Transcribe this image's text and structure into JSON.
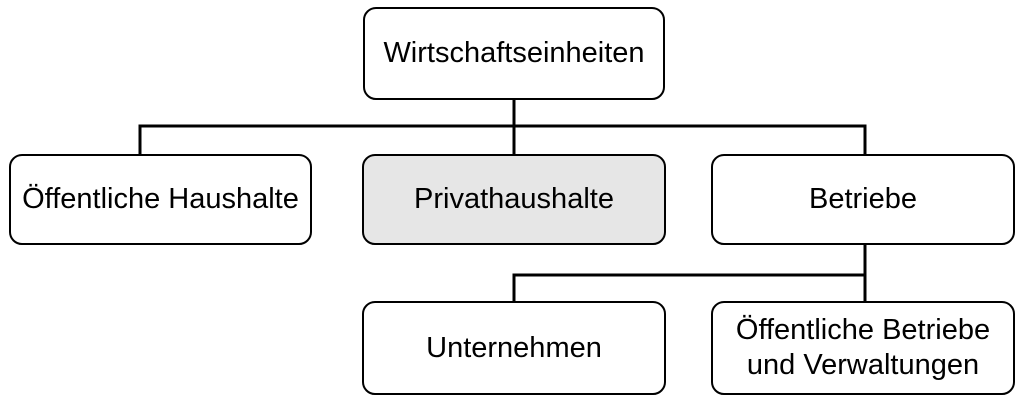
{
  "diagram": {
    "nodes": {
      "root": {
        "label": "Wirtschaftseinheiten",
        "fill": "#ffffff"
      },
      "oeffentliche_haushalte": {
        "label": "Öffentliche Haushalte",
        "fill": "#ffffff"
      },
      "privathaushalte": {
        "label": "Privathaushalte",
        "fill": "#e6e6e6"
      },
      "betriebe": {
        "label": "Betriebe",
        "fill": "#ffffff"
      },
      "unternehmen": {
        "label": "Unternehmen",
        "fill": "#ffffff"
      },
      "oeffentliche_betriebe": {
        "label": "Öffentliche Betriebe und Verwaltungen",
        "fill": "#ffffff"
      }
    },
    "edges": [
      {
        "from": "root",
        "to": "oeffentliche_haushalte"
      },
      {
        "from": "root",
        "to": "privathaushalte"
      },
      {
        "from": "root",
        "to": "betriebe"
      },
      {
        "from": "betriebe",
        "to": "unternehmen"
      },
      {
        "from": "betriebe",
        "to": "oeffentliche_betriebe"
      }
    ],
    "colors": {
      "background": "#ffffff",
      "node_border": "#000000",
      "connector": "#000000",
      "highlight_fill": "#e6e6e6",
      "text": "#000000"
    }
  }
}
